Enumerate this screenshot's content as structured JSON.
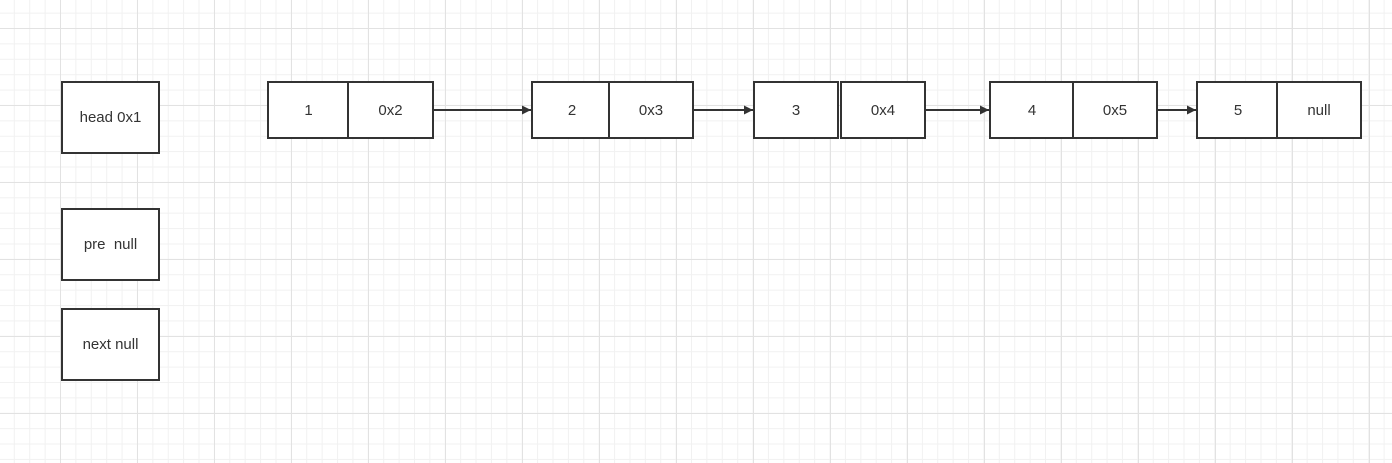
{
  "pointers": {
    "head": "head 0x1",
    "pre": "pre  null",
    "next": "next null"
  },
  "nodes": [
    {
      "value": "1",
      "next": "0x2"
    },
    {
      "value": "2",
      "next": "0x3"
    },
    {
      "value": "3",
      "next": "0x4"
    },
    {
      "value": "4",
      "next": "0x5"
    },
    {
      "value": "5",
      "next": "null"
    }
  ],
  "colors": {
    "stroke": "#333333",
    "grid_major": "#e2e2e2",
    "grid_minor": "#f1f1f1"
  }
}
